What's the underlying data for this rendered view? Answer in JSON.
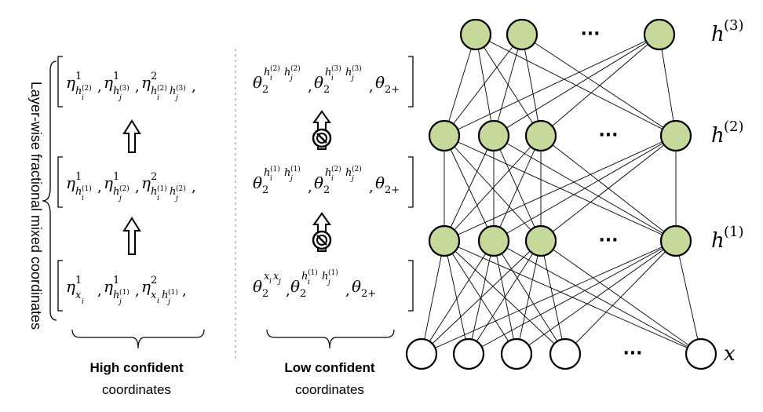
{
  "side_label": "Layer-wise fractional mixed coordinates",
  "high": {
    "rows": [
      {
        "sym": "η",
        "subs": [
          {
            "sup": "1",
            "sub": "h",
            "ss": "i",
            "sp": "(2)"
          },
          {
            "sup": "1",
            "sub": "h",
            "ss": "j",
            "sp": "(3)"
          },
          {
            "sup": "2",
            "pair": [
              [
                "i",
                "(2)"
              ],
              [
                "j",
                "(3)"
              ]
            ]
          }
        ]
      },
      {
        "sym": "η",
        "subs": [
          {
            "sup": "1",
            "sub": "h",
            "ss": "i",
            "sp": "(1)"
          },
          {
            "sup": "1",
            "sub": "h",
            "ss": "j",
            "sp": "(2)"
          },
          {
            "sup": "2",
            "pair": [
              [
                "i",
                "(1)"
              ],
              [
                "j",
                "(2)"
              ]
            ]
          }
        ]
      },
      {
        "sym": "η",
        "subs": [
          {
            "sup": "1",
            "sub": "x",
            "ss": "i",
            "sp": ""
          },
          {
            "sup": "1",
            "sub": "h",
            "ss": "j",
            "sp": "(1)"
          },
          {
            "sup": "2",
            "xpair": [
              "i",
              "j",
              "(1)"
            ]
          }
        ]
      }
    ],
    "title": "High confident",
    "subtitle": "coordinates"
  },
  "low": {
    "theta": "θ",
    "sub2": "2",
    "tail": "θ",
    "tail_sub": "2+",
    "title": "Low confident",
    "subtitle": "coordinates"
  },
  "network": {
    "layer_labels": [
      "h",
      "h",
      "h",
      "x"
    ],
    "layer_sups": [
      "(3)",
      "(2)",
      "(1)",
      ""
    ],
    "ellipsis": "···",
    "node_fill": "#c5d99b",
    "input_fill": "#ffffff"
  }
}
